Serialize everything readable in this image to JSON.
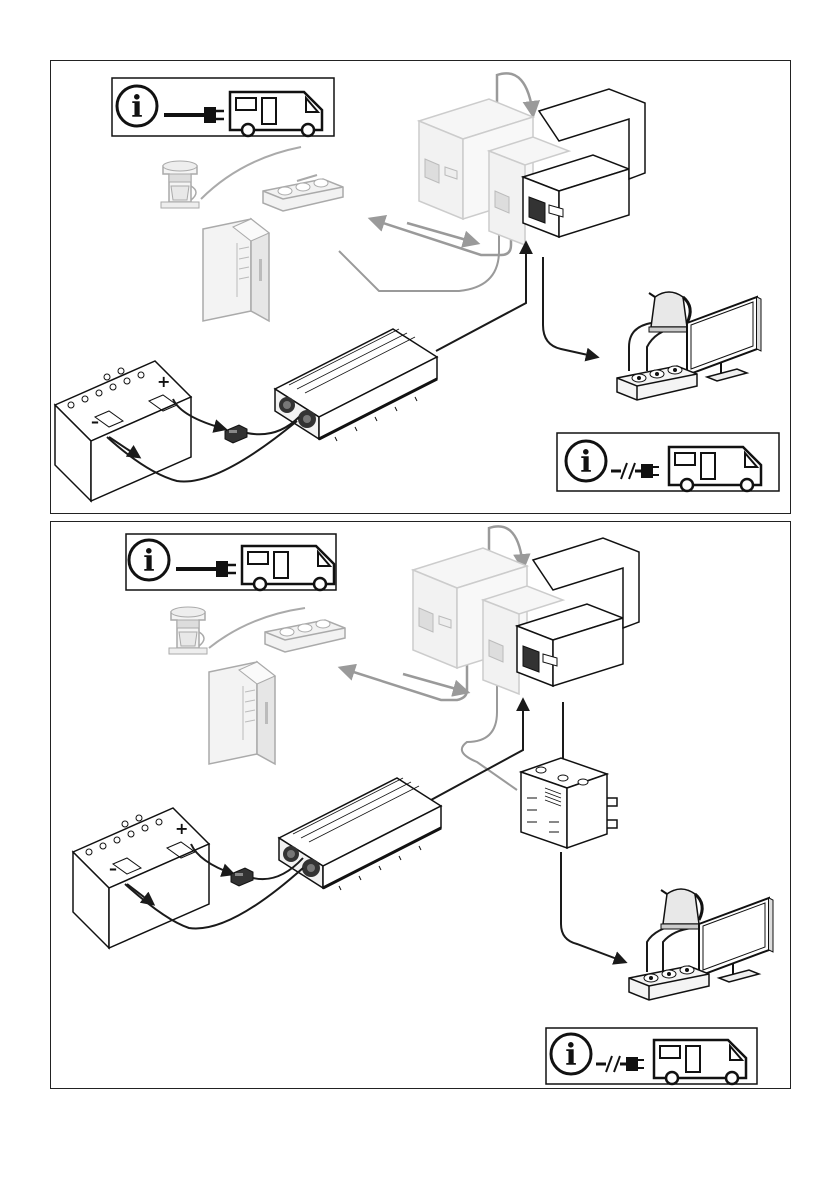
{
  "document": {
    "type": "installation-diagram",
    "panels": [
      {
        "id": "panel-top",
        "variant": "direct-connection",
        "legend_shore_connected": {
          "icon": "info-icon",
          "letter": "i",
          "state": "plugged-in",
          "vehicle": "camper-van-icon"
        },
        "legend_shore_disconnected": {
          "icon": "info-icon",
          "letter": "i",
          "state": "unplugged",
          "vehicle": "camper-van-icon"
        },
        "greyed_appliances": [
          "coffee-maker-icon",
          "refrigerator-icon",
          "power-strip-icon"
        ],
        "active_appliances": [
          "kettle-icon",
          "monitor-icon",
          "power-strip-icon"
        ],
        "components": [
          "battery-icon",
          "fuse-holder-icon",
          "inverter-icon",
          "distribution-panel-icon"
        ]
      },
      {
        "id": "panel-bottom",
        "variant": "with-transfer-switch",
        "legend_shore_connected": {
          "icon": "info-icon",
          "letter": "i",
          "state": "plugged-in",
          "vehicle": "camper-van-icon"
        },
        "legend_shore_disconnected": {
          "icon": "info-icon",
          "letter": "i",
          "state": "unplugged",
          "vehicle": "camper-van-icon"
        },
        "greyed_appliances": [
          "coffee-maker-icon",
          "refrigerator-icon",
          "power-strip-icon"
        ],
        "active_appliances": [
          "kettle-icon",
          "monitor-icon",
          "power-strip-icon"
        ],
        "components": [
          "battery-icon",
          "fuse-holder-icon",
          "inverter-icon",
          "distribution-panel-icon",
          "transfer-switch-icon"
        ]
      }
    ],
    "battery_terminal_plus": "+",
    "battery_terminal_minus": "–",
    "colors": {
      "active_line": "#1a1a1a",
      "inactive_line": "#9a9a9a",
      "inactive_fill": "#f2f2f2"
    }
  }
}
